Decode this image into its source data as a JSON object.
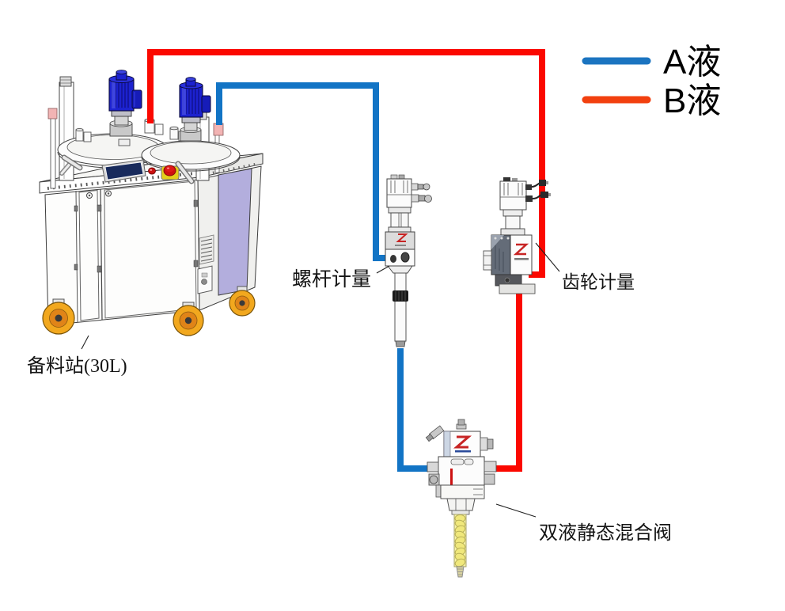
{
  "diagram": {
    "description": "Two-component adhesive dispensing system connection diagram"
  },
  "legend": {
    "items": [
      {
        "id": "liquid-a",
        "label": "A液",
        "color": "#1b74c0"
      },
      {
        "id": "liquid-b",
        "label": "B液",
        "color": "#f2400f"
      }
    ]
  },
  "components": {
    "prep_station": {
      "label": "备料站(30L)"
    },
    "screw_meter": {
      "label": "螺杆计量"
    },
    "gear_meter": {
      "label": "齿轮计量"
    },
    "mixing_valve": {
      "label": "双液静态混合阀"
    }
  },
  "colors": {
    "pipe_a": "#1274c5",
    "pipe_b": "#fb0800",
    "motor_blue": "#1c22cf",
    "motor_box_blue": "#161cb8",
    "side_panel_lavender": "#b3aedd",
    "caster_yellow": "#f2a81e",
    "caster_rim": "#e08418",
    "estop_red": "#cf1010",
    "estop_plate_yellow": "#e3cf1b",
    "screen_navy": "#182a5c",
    "mixer_yellow": "#f7f3a8",
    "mixer_coil": "#f0e87c",
    "pink_fitting": "#f2b4b4",
    "logo_red": "#c82424"
  }
}
